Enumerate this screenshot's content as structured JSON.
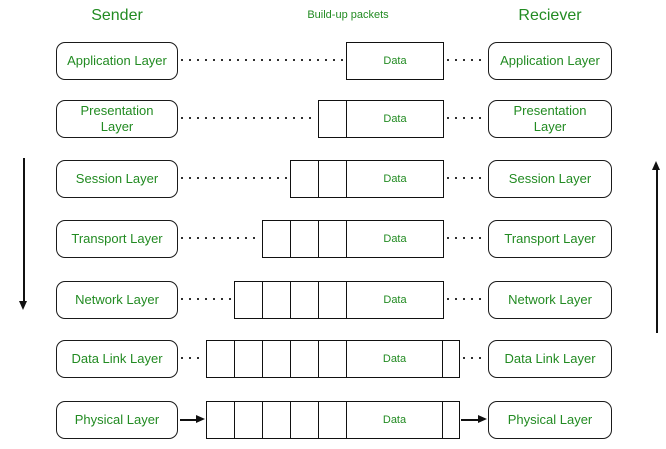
{
  "titles": {
    "sender": "Sender",
    "packets": "Build-up packets",
    "receiver": "Reciever"
  },
  "packet_data_label": "Data",
  "colors": {
    "text_green": "#228B22",
    "line": "#111111"
  },
  "layers": [
    {
      "name": "Application Layer",
      "headers": 0,
      "trailer": false,
      "connector": "dotted"
    },
    {
      "name": "Presentation Layer",
      "headers": 1,
      "trailer": false,
      "connector": "dotted"
    },
    {
      "name": "Session Layer",
      "headers": 2,
      "trailer": false,
      "connector": "dotted"
    },
    {
      "name": "Transport Layer",
      "headers": 3,
      "trailer": false,
      "connector": "dotted"
    },
    {
      "name": "Network Layer",
      "headers": 4,
      "trailer": false,
      "connector": "dotted"
    },
    {
      "name": "Data Link Layer",
      "headers": 5,
      "trailer": true,
      "connector": "dotted"
    },
    {
      "name": "Physical Layer",
      "headers": 5,
      "trailer": true,
      "connector": "arrow"
    }
  ]
}
